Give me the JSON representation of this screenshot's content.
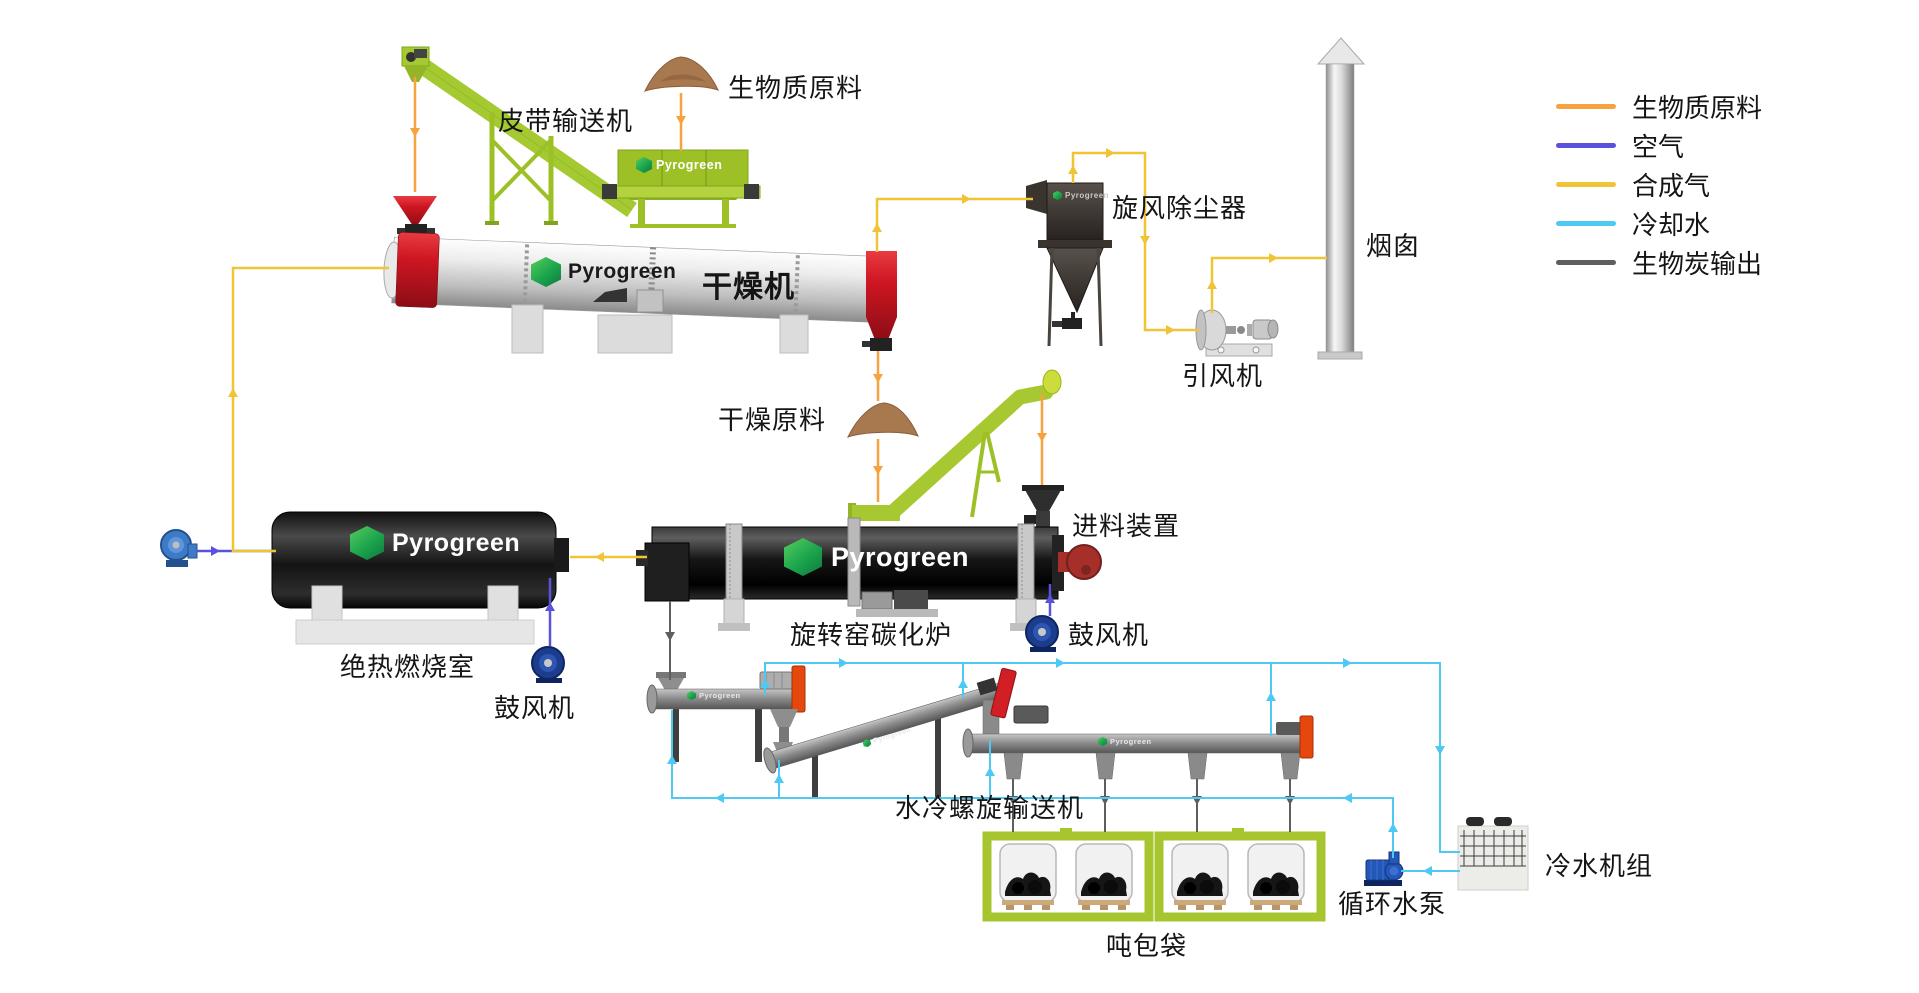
{
  "brand": "Pyrogreen",
  "labels": {
    "belt_conveyor": "皮带输送机",
    "biomass_raw": "生物质原料",
    "dryer": "干燥机",
    "dried_material": "干燥原料",
    "cyclone": "旋风除尘器",
    "chimney": "烟囱",
    "id_fan": "引风机",
    "feeding_device": "进料装置",
    "rotary_kiln": "旋转窑碳化炉",
    "combustion_chamber": "绝热燃烧室",
    "blower_left": "鼓风机",
    "blower_right": "鼓风机",
    "water_cooled_screw": "水冷螺旋输送机",
    "ton_bags": "吨包袋",
    "chiller": "冷水机组",
    "circulating_pump": "循环水泵"
  },
  "legend": {
    "items": [
      {
        "label": "生物质原料",
        "color": "#F6A33F"
      },
      {
        "label": "空气",
        "color": "#5A52DB"
      },
      {
        "label": "合成气",
        "color": "#F0C437"
      },
      {
        "label": "冷却水",
        "color": "#4DC9F3"
      },
      {
        "label": "生物炭输出",
        "color": "#5E5E5E"
      }
    ]
  },
  "flow_colors": {
    "biomass": "#F6A33F",
    "air": "#5A52DB",
    "syngas": "#F0C437",
    "cooling_water": "#4DC9F3",
    "biochar": "#5E5E5E"
  }
}
